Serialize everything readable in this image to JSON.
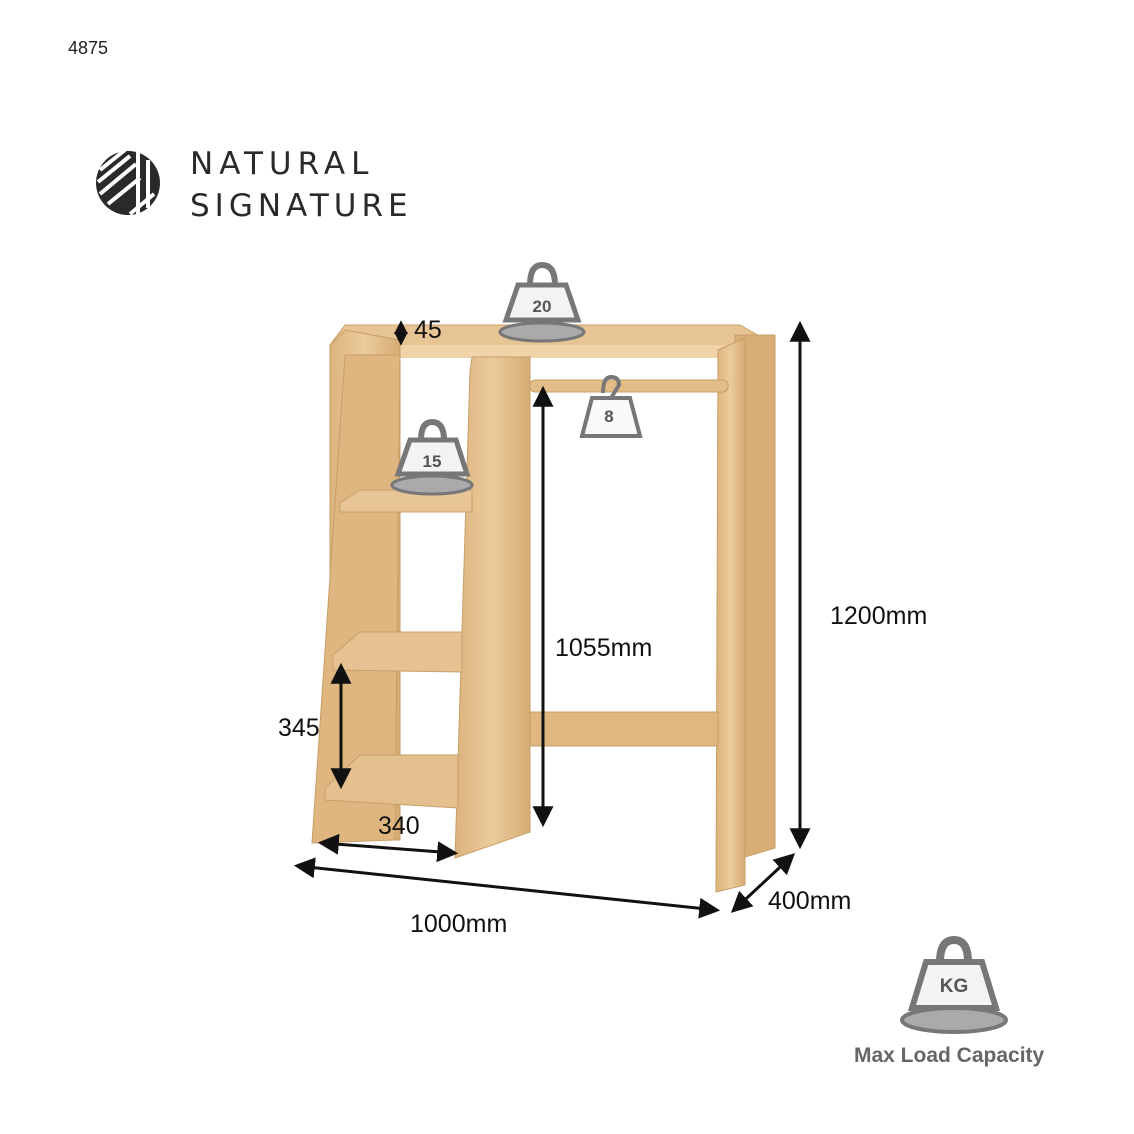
{
  "product_code": "4875",
  "brand": {
    "line1": "NATURAL",
    "line2": "SIGNATURE",
    "icon": "natural-signature-logo"
  },
  "dimensions": {
    "top_thickness": "45",
    "rail_height": "1055mm",
    "total_height": "1200mm",
    "shelf_gap": "345",
    "shelf_depth": "340",
    "width": "1000mm",
    "depth": "400mm"
  },
  "weights": {
    "top_shelf": "20",
    "hanging_rail": "8",
    "side_shelf": "15"
  },
  "legend": {
    "unit": "KG",
    "label": "Max Load Capacity",
    "icon": "weight-icon"
  },
  "colors": {
    "wood": "#e4c08f",
    "wood_dark": "#c9a06a",
    "weight_gray": "#777777"
  }
}
